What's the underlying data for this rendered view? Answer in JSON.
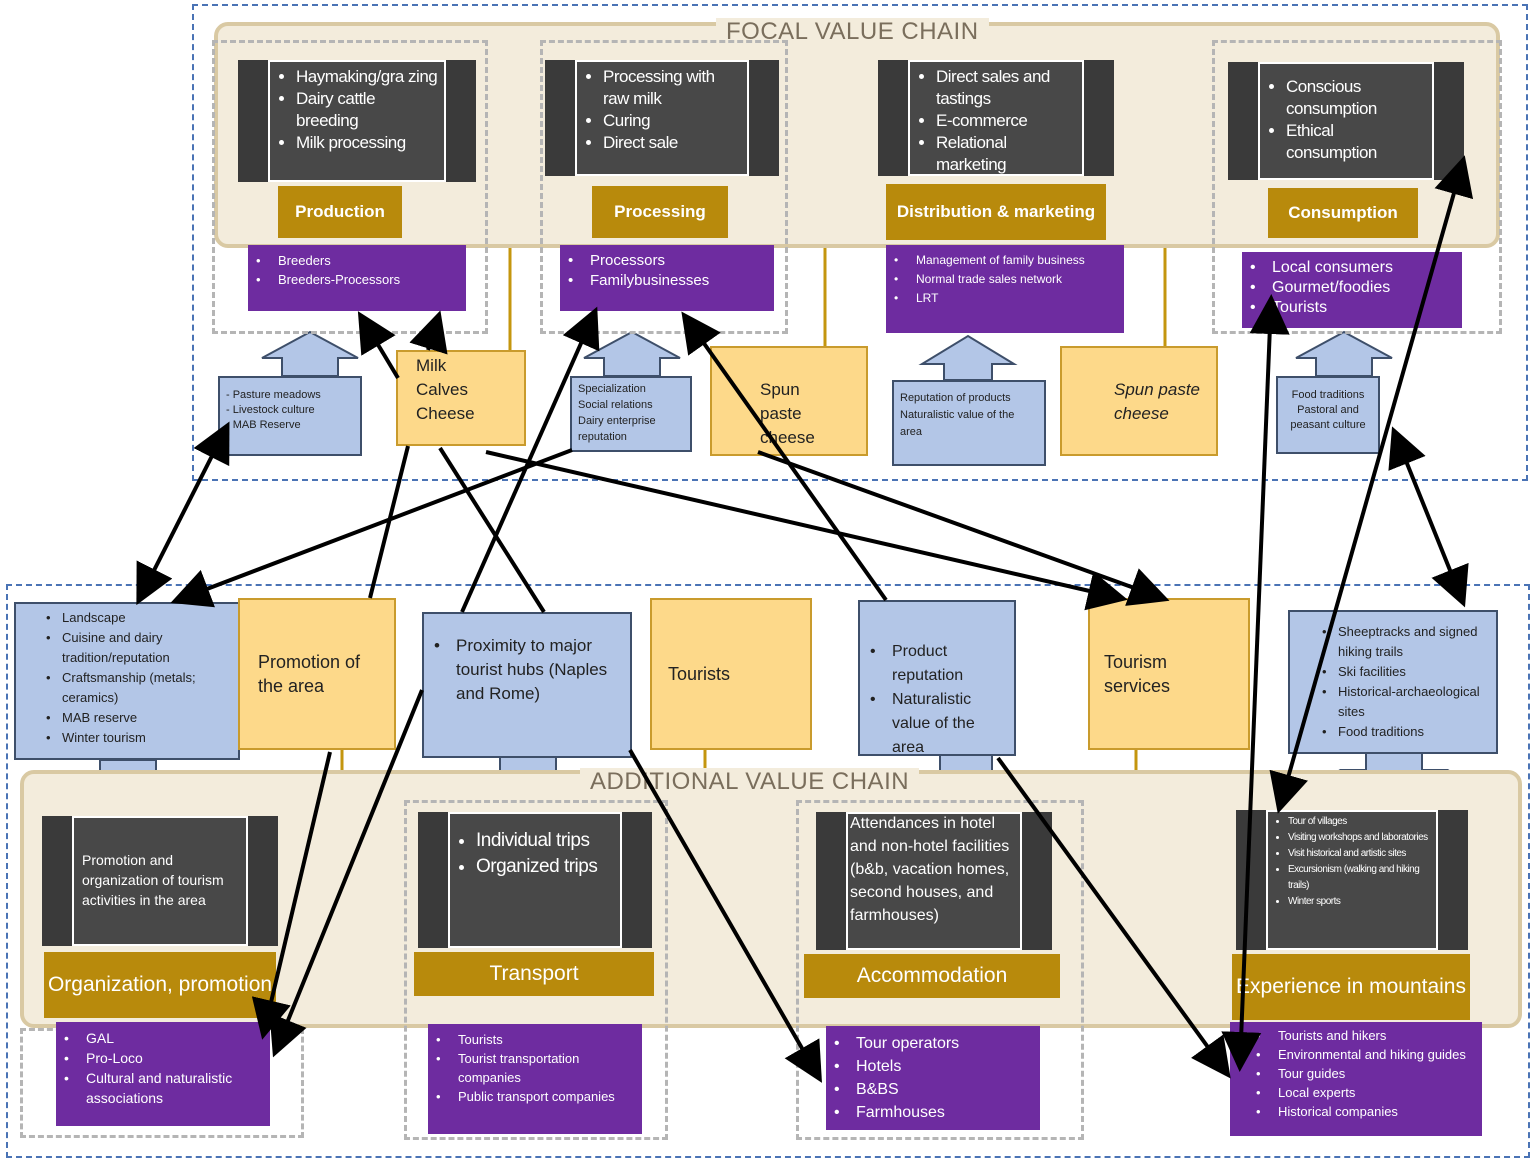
{
  "focal": {
    "title": "FOCAL VALUE CHAIN",
    "stages": [
      {
        "label": "Production",
        "activities": [
          "Haymaking/gra zing",
          "Dairy cattle breeding",
          "Milk processing"
        ],
        "actors": [
          "Breeders",
          "Breeders-Processors"
        ]
      },
      {
        "label": "Processing",
        "activities": [
          "Processing with raw milk",
          "Curing",
          "Direct sale"
        ],
        "actors": [
          "Processors",
          "Familybusinesses"
        ]
      },
      {
        "label": "Distribution & marketing",
        "activities": [
          "Direct sales and tastings",
          "E-commerce",
          "Relational marketing"
        ],
        "actors": [
          "Management of family business",
          "Normal trade sales network",
          "LRT"
        ]
      },
      {
        "label": "Consumption",
        "activities": [
          "Conscious consumption",
          "Ethical consumption"
        ],
        "actors": [
          "Local consumers",
          "Gourmet/foodies",
          "Tourists"
        ]
      }
    ],
    "resources": [
      [
        "- Pasture meadows",
        "- Livestock culture",
        "- MAB Reserve"
      ],
      [
        "Specialization",
        "Social relations",
        "Dairy enterprise reputation"
      ],
      [
        "Reputation of products",
        "Naturalistic value of the area"
      ],
      [
        "Food traditions",
        "Pastoral and peasant culture"
      ]
    ],
    "products": [
      [
        "Milk",
        "Calves",
        "Cheese"
      ],
      [
        "Spun paste cheese"
      ],
      [
        "Spun paste cheese"
      ]
    ]
  },
  "additional": {
    "title": "ADDITIONAL VALUE CHAIN",
    "stages": [
      {
        "label": "Organization, promotion",
        "activities": [
          "Promotion and organization of tourism activities in the area"
        ],
        "actors": [
          "GAL",
          "Pro-Loco",
          "Cultural and naturalistic associations"
        ]
      },
      {
        "label": "Transport",
        "activities": [
          "Individual trips",
          "Organized trips"
        ],
        "actors": [
          "Tourists",
          "Tourist transportation companies",
          "Public transport companies"
        ]
      },
      {
        "label": "Accommodation",
        "activities": [
          "Attendances in hotel and non-hotel facilities (b&b, vacation homes, second houses, and farmhouses)"
        ],
        "actors": [
          "Tour operators",
          "Hotels",
          "B&BS",
          "Farmhouses"
        ]
      },
      {
        "label": "Experience in mountains",
        "activities": [
          "Tour of villages",
          "Visiting workshops and laboratories",
          "Visit historical and artistic sites",
          "Excursionism (walking and hiking trails)",
          "Winter sports"
        ],
        "actors": [
          "Tourists and hikers",
          "Environmental and hiking guides",
          "Tour guides",
          "Local experts",
          "Historical companies"
        ]
      }
    ],
    "resources": [
      [
        "Landscape",
        "Cuisine and dairy tradition/reputation",
        "Craftsmanship (metals; ceramics)",
        "MAB reserve",
        "Winter tourism"
      ],
      [
        "Proximity to major tourist hubs (Naples and Rome)"
      ],
      [
        "Product reputation",
        "Naturalistic value of the area"
      ],
      [
        "Sheeptracks and signed hiking trails",
        "Ski facilities",
        "Historical-archaeological sites",
        "Food traditions"
      ]
    ],
    "products": [
      "Promotion of the area",
      "Tourists",
      "Tourism services"
    ]
  },
  "colors": {
    "gold": "#b88a0c",
    "purple": "#6e2ca0",
    "blue": "#b3c6e7",
    "yellow": "#fdd98a",
    "dark": "#484848"
  }
}
